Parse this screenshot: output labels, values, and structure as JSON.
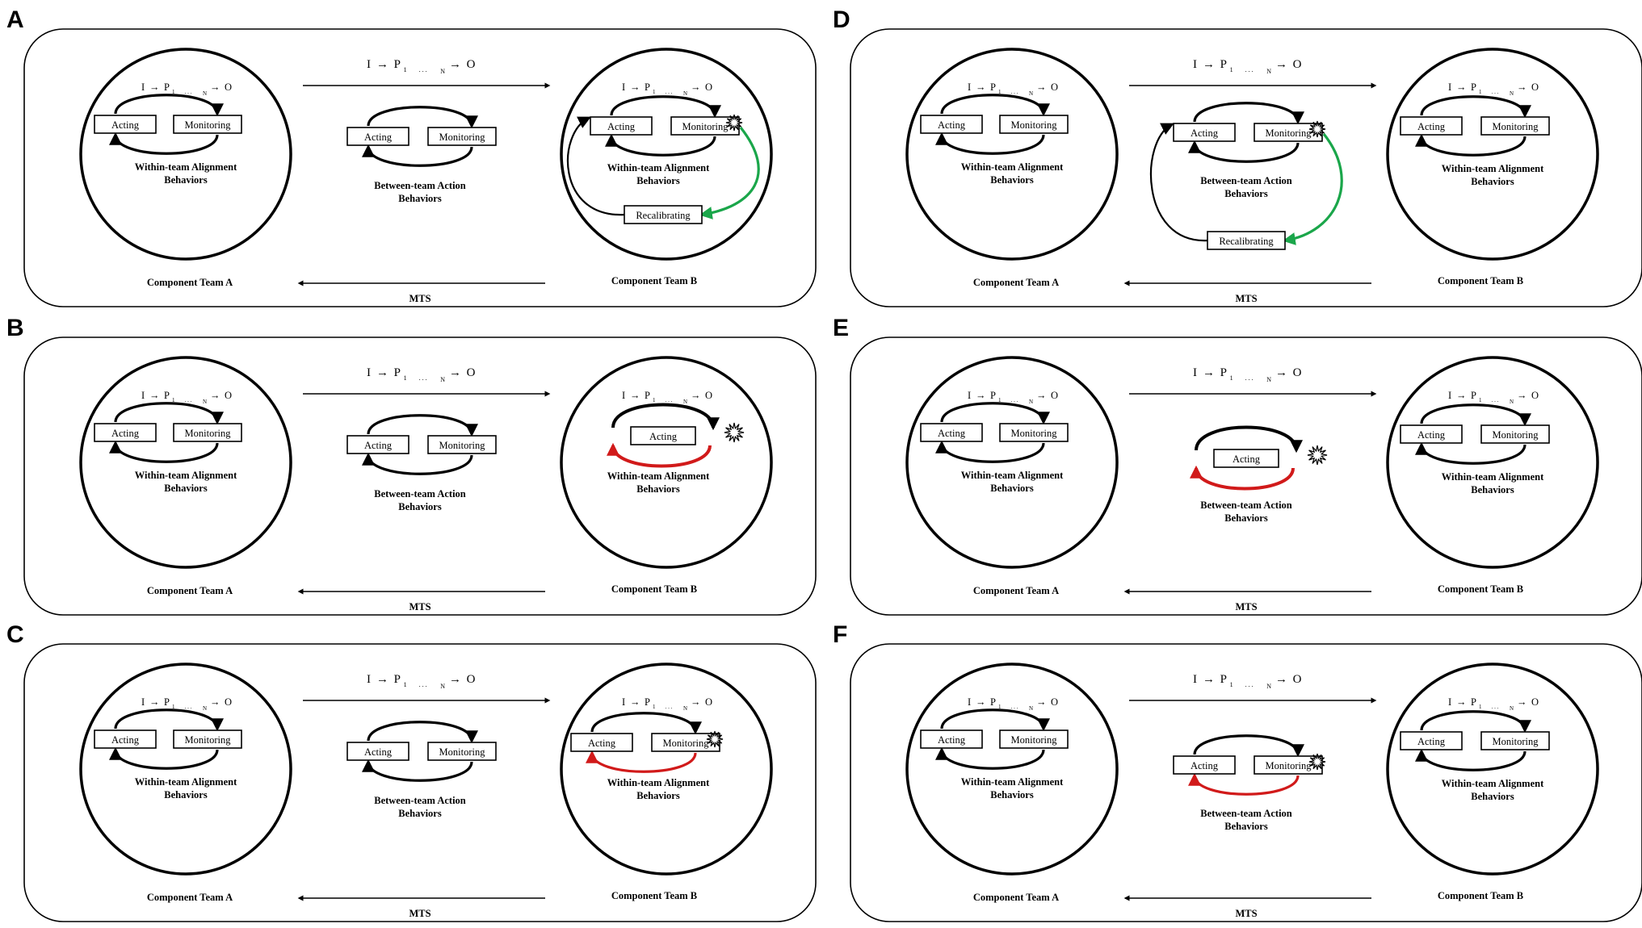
{
  "formula": {
    "left": "I",
    "arrow": "→",
    "middle": "P",
    "sub1": "1",
    "dots": ". . .",
    "subN": "N",
    "right": "O"
  },
  "labels": {
    "acting": "Acting",
    "monitoring": "Monitoring",
    "recalibrating": "Recalibrating",
    "within_line1": "Within-team Alignment",
    "within_line2": "Behaviors",
    "between_line1": "Between-team Action",
    "between_line2": "Behaviors",
    "team_a": "Component Team A",
    "team_b": "Component Team B",
    "mts": "MTS"
  },
  "colors": {
    "stroke": "#000000",
    "recalibration_arrow": "#1aa64a",
    "failure_arrow": "#d11a1a",
    "background": "#ffffff"
  },
  "panels": [
    {
      "letter": "A",
      "focus": "team_b",
      "variant": "recalibrating",
      "burst": "monitoring"
    },
    {
      "letter": "B",
      "focus": "team_b",
      "variant": "acting_only",
      "burst": "outside"
    },
    {
      "letter": "C",
      "focus": "team_b",
      "variant": "red_loop",
      "burst": "monitoring"
    },
    {
      "letter": "D",
      "focus": "between",
      "variant": "recalibrating",
      "burst": "monitoring"
    },
    {
      "letter": "E",
      "focus": "between",
      "variant": "acting_only",
      "burst": "outside"
    },
    {
      "letter": "F",
      "focus": "between",
      "variant": "red_loop",
      "burst": "monitoring"
    }
  ]
}
